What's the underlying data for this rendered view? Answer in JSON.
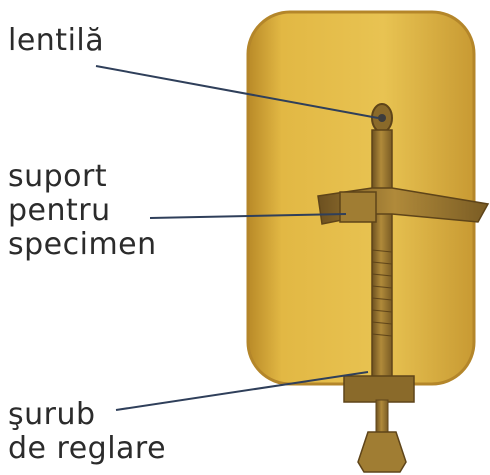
{
  "labels": {
    "lens": "lentilă",
    "specimen_holder": {
      "line1": "suport",
      "line2": "pentru",
      "line3": "specimen"
    },
    "adjustment_screw": {
      "line1": "şurub",
      "line2": "de reglare"
    }
  },
  "colors": {
    "plate": "#e0b640",
    "plate_edge": "#b4862a",
    "metal": "#9d7a2f",
    "metal_dark": "#6c5020",
    "leader_line": "#2f3f5a",
    "text": "#2b2b2b"
  }
}
